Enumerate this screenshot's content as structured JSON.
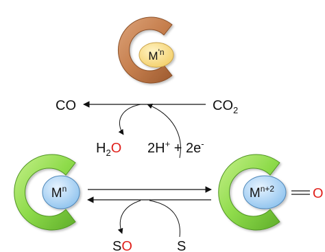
{
  "catalyst_top": {
    "metal_label": "M'n",
    "shell_color": "#c67f4e",
    "core_color": "#f7d981"
  },
  "catalyst_left": {
    "metal_label": "Mn",
    "shell_color": "#8edb4b",
    "core_color": "#a9d4f5"
  },
  "catalyst_right": {
    "metal_label": "Mn+2",
    "shell_color": "#8edb4b",
    "core_color": "#a9d4f5"
  },
  "top_reaction": {
    "product": "CO",
    "reactant": "CO2"
  },
  "loop_labels": {
    "water": "H2O",
    "protons_electrons": "2H+ + 2e-"
  },
  "oxo_label": "O",
  "bottom_labels": {
    "product": "SO",
    "substrate": "S"
  },
  "accent_color": "#e0201b",
  "text_color": "#111111"
}
